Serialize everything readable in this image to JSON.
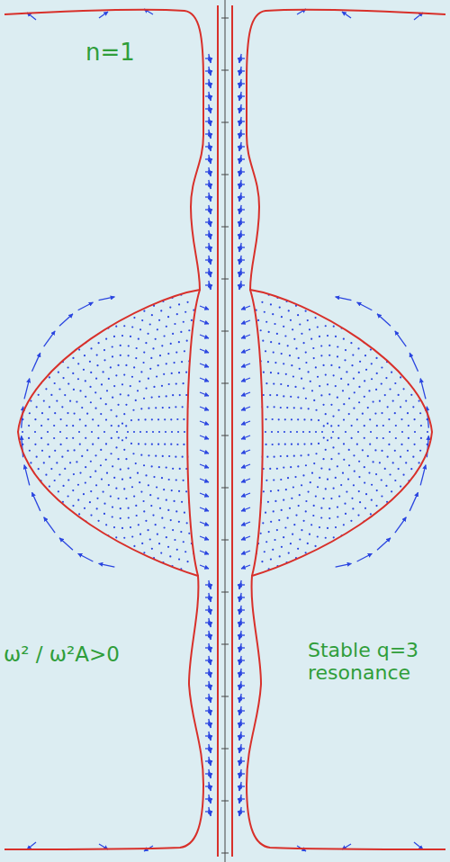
{
  "diagram": {
    "labels": [
      "n=1",
      "ω² / ω²A>0",
      "Stable q=3 resonance"
    ]
  }
}
